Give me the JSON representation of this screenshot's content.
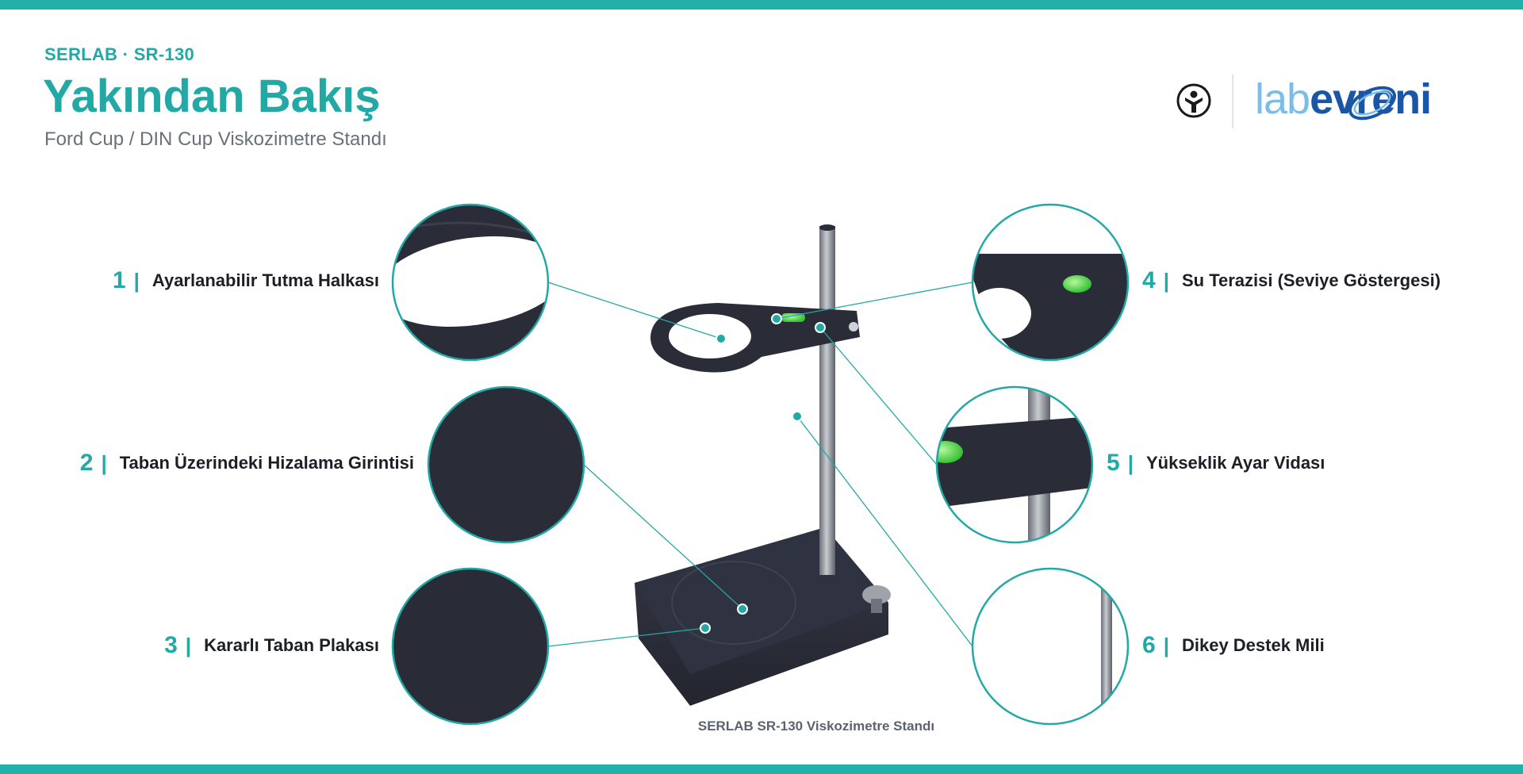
{
  "header": {
    "brand": "SERLAB · SR-130",
    "title": "Yakından Bakış",
    "subtitle": "Ford Cup / DIN Cup Viskozimetre Standı"
  },
  "logo": {
    "lab": "lab",
    "evreni": "evreni",
    "emblem_icon": "person-seal-icon"
  },
  "callouts": [
    {
      "number": "1",
      "label": "Ayarlanabilir Tutma Halkası"
    },
    {
      "number": "2",
      "label": "Taban Üzerindeki Hizalama Girintisi"
    },
    {
      "number": "3",
      "label": "Kararlı Taban Plakası"
    },
    {
      "number": "4",
      "label": "Su Terazisi (Seviye Göstergesi)"
    },
    {
      "number": "5",
      "label": "Yükseklik Ayar Vidası"
    },
    {
      "number": "6",
      "label": "Dikey Destek Mili"
    }
  ],
  "separator": "|",
  "caption": "SERLAB SR-130 Viskozimetre Standı",
  "colors": {
    "accent": "#22a9a6",
    "bar": "#22b0aa",
    "text_dark": "#1c1f26",
    "product": "#2a2d38",
    "bubble": "#46d94a"
  }
}
